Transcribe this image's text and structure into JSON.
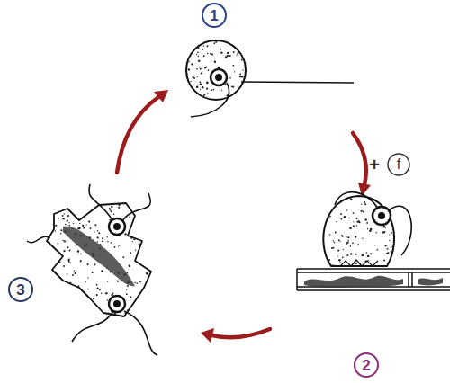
{
  "diagram": {
    "labels": [
      "1",
      "+",
      "f",
      "2",
      "3"
    ]
  }
}
